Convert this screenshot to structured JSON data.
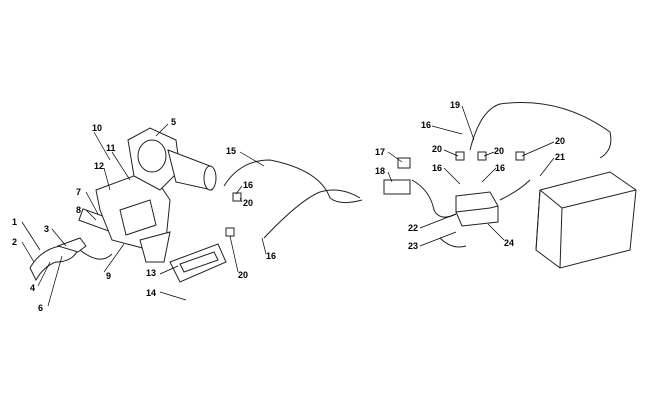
{
  "diagram": {
    "type": "parts-exploded-view",
    "callouts": [
      "1",
      "2",
      "3",
      "4",
      "5",
      "6",
      "7",
      "8",
      "9",
      "10",
      "11",
      "12",
      "13",
      "14",
      "15",
      "16",
      "20",
      "16",
      "20",
      "17",
      "18",
      "16",
      "19",
      "20",
      "20",
      "20",
      "16",
      "16",
      "21",
      "22",
      "23",
      "24"
    ]
  }
}
